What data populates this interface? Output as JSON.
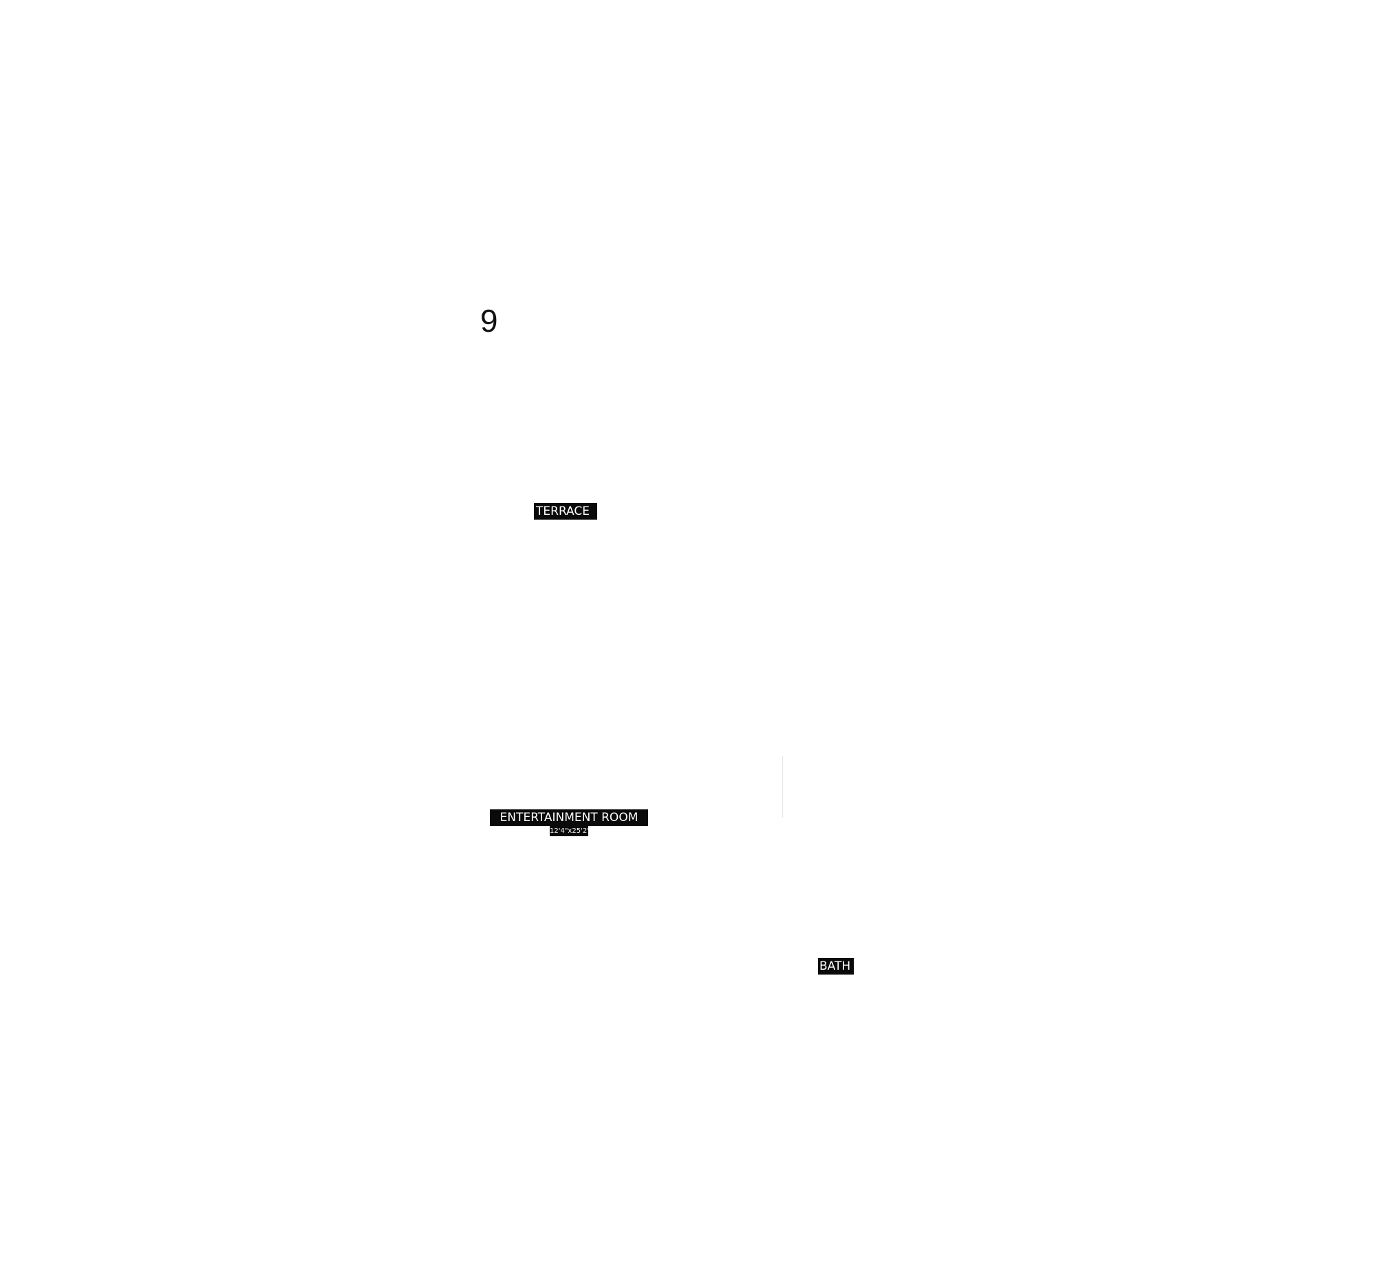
{
  "page": {
    "number": "9"
  },
  "rooms": {
    "terrace": {
      "label": "TERRACE"
    },
    "entertainment_room": {
      "label": "ENTERTAINMENT ROOM",
      "dimensions": "12'4\"x25'2\""
    },
    "bath": {
      "label": "BATH"
    }
  },
  "colors": {
    "label_background": "#0a0a0a",
    "label_text": "#ffffff",
    "page_background": "#ffffff"
  }
}
